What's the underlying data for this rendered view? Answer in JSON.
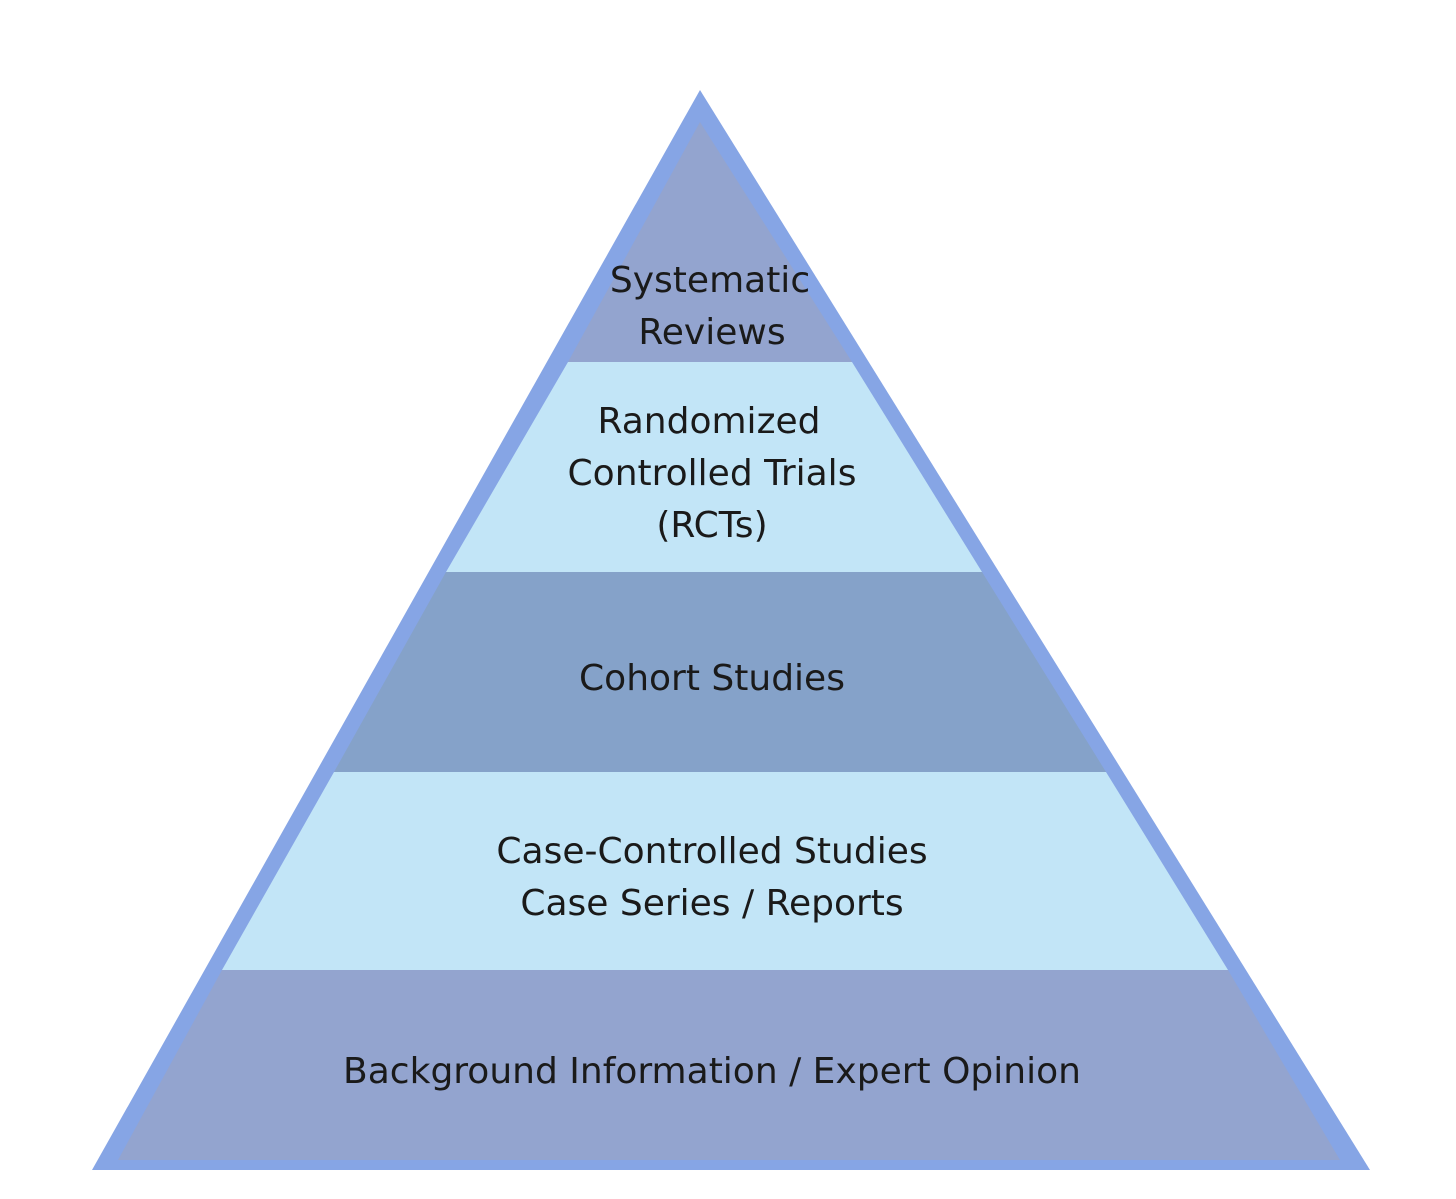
{
  "diagram": {
    "type": "pyramid",
    "colors": {
      "outline": "#86A5E5",
      "dark_band": "#93A4CF",
      "mid_band": "#85A2C9",
      "light_band": "#C2E5F7",
      "text": "#1a1a1a",
      "background": "#ffffff"
    },
    "levels": [
      {
        "id": "systematic-reviews",
        "lines": [
          "Systematic",
          "Reviews"
        ],
        "color_key": "dark_band"
      },
      {
        "id": "randomized-controlled-trials",
        "lines": [
          "Randomized",
          "Controlled Trials",
          "(RCTs)"
        ],
        "color_key": "light_band"
      },
      {
        "id": "cohort-studies",
        "lines": [
          "Cohort Studies"
        ],
        "color_key": "mid_band"
      },
      {
        "id": "case-controlled-studies",
        "lines": [
          "Case-Controlled Studies",
          "Case Series / Reports"
        ],
        "color_key": "light_band"
      },
      {
        "id": "background-information",
        "lines": [
          "Background Information / Expert Opinion"
        ],
        "color_key": "dark_band"
      }
    ]
  }
}
